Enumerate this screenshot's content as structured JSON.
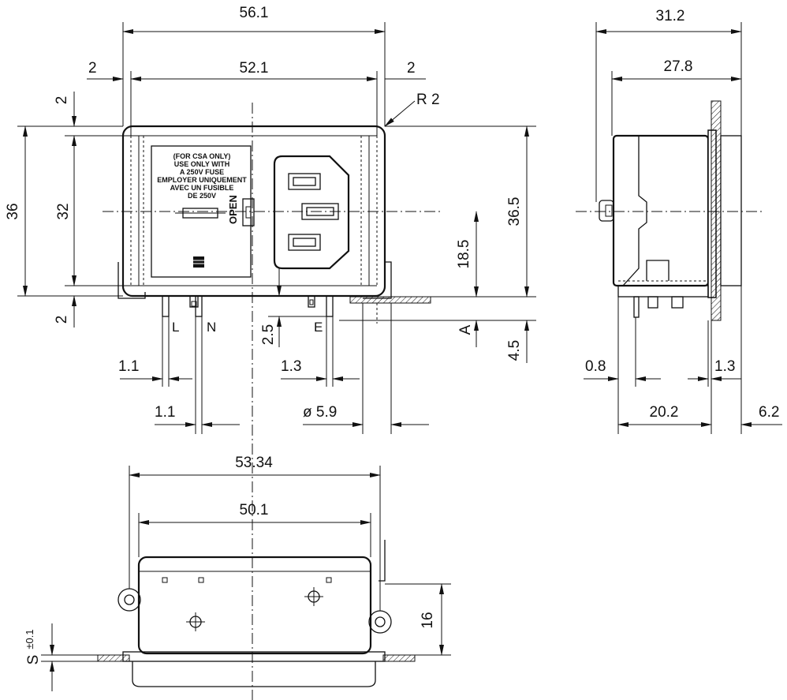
{
  "front_view": {
    "dims": {
      "overall_width": "56.1",
      "inner_width": "52.1",
      "left_offset": "2",
      "right_offset": "2",
      "radius": "R 2",
      "top_offset": "2",
      "overall_height": "36",
      "inner_height": "32",
      "bottom_offset": "2",
      "total_height": "36.5",
      "center_height": "18.5",
      "pin_length": "2.5",
      "datum": "A",
      "datum_offset": "4.5",
      "pin_l_width": "1.1",
      "pin_n_width": "1.1",
      "pin_e_width": "1.3",
      "hole_diameter": "ø 5.9"
    },
    "pins": {
      "l": "L",
      "n": "N",
      "e": "E"
    },
    "fuse_label": [
      "(FOR CSA ONLY)",
      "USE ONLY WITH",
      "A 250V FUSE",
      "EMPLOYER UNIQUEMENT",
      "AVEC UN FUSIBLE",
      "DE 250V"
    ],
    "open_label": "OPEN"
  },
  "side_view": {
    "dims": {
      "overall_depth": "31.2",
      "body_depth": "27.8",
      "pin_offset": "0.8",
      "flange_thickness": "1.3",
      "body_length": "20.2",
      "front_protrusion": "6.2"
    }
  },
  "bottom_view": {
    "dims": {
      "hole_spacing": "53.34",
      "body_width": "50.1",
      "mount_height": "16",
      "panel_thickness": "S",
      "tolerance": "±0.1"
    }
  }
}
